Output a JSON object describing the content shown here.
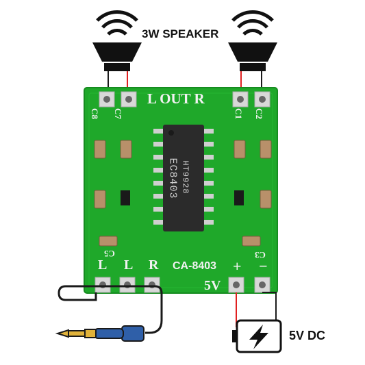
{
  "title": "3W SPEAKER",
  "power_label": "5V DC",
  "board": {
    "output_label": "L OUT R",
    "model_label": "CA-8403",
    "voltage_label": "5V",
    "plus_label": "+",
    "minus_label": "−",
    "input_left": "L",
    "input_ground": "L",
    "input_right": "R",
    "chip_line1": "EC8403",
    "chip_line2": "HT9928",
    "cap_labels": [
      "C8",
      "C7",
      "C1",
      "C2",
      "C3",
      "C5"
    ]
  },
  "colors": {
    "pcb": "#1fa82a",
    "pcb_dark": "#168c20",
    "chip": "#2b2b2b",
    "wire_red": "#e02020",
    "wire_black": "#1a1a1a",
    "plug_blue": "#2f5fa8",
    "plug_gold": "#e0b23a"
  },
  "icons": [
    "speaker-icon-left",
    "speaker-icon-right",
    "audio-jack-icon",
    "lightning-bolt-icon"
  ]
}
